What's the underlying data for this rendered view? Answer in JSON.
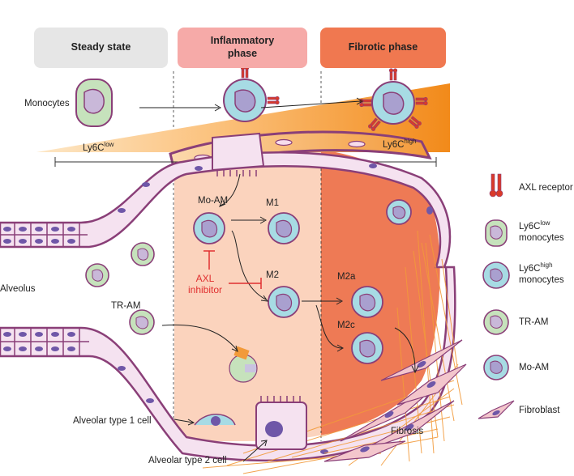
{
  "phases": {
    "steady": "Steady state",
    "inflammatory": "Inflammatory\nphase",
    "fibrotic": "Fibrotic phase"
  },
  "labels": {
    "monocytes": "Monocytes",
    "ly6c_low_base": "Ly6C",
    "ly6c_low_sup": "low",
    "ly6c_high_base": "Ly6C",
    "ly6c_high_sup": "high",
    "mo_am": "Mo-AM",
    "m1": "M1",
    "m2": "M2",
    "m2a": "M2a",
    "m2c": "M2c",
    "axl_inhibitor": "AXL\ninhibitor",
    "alveolus": "Alveolus",
    "tr_am": "TR-AM",
    "alveolar_type1": "Alveolar type 1 cell",
    "alveolar_type2": "Alveolar type 2 cell",
    "fibrosis": "Fibrosis"
  },
  "legend": {
    "axl_receptor": "AXL receptor",
    "ly6c_low_base": "Ly6C",
    "ly6c_low_sup": "low",
    "ly6c_low_rest": "monocytes",
    "ly6c_high_base": "Ly6C",
    "ly6c_high_sup": "high",
    "ly6c_high_rest": "monocytes",
    "tr_am": "TR-AM",
    "mo_am": "Mo-AM",
    "fibroblast": "Fibroblast"
  },
  "colors": {
    "steady_box": "#e6e6e6",
    "inflammatory_box": "#f6aaa8",
    "fibrotic_box": "#f07850",
    "inflammatory_zone": "#fbd3bd",
    "fibrotic_zone": "#ee7a55",
    "membrane": "#8a3f78",
    "cytoplasm_high": "#a7dbe4",
    "cytoplasm_low": "#c6e2bc",
    "nucleus": "#a9a0cf",
    "axl_red": "#d93a2a",
    "inhibitor_red": "#e03030",
    "fibre": "#f29a3a"
  }
}
